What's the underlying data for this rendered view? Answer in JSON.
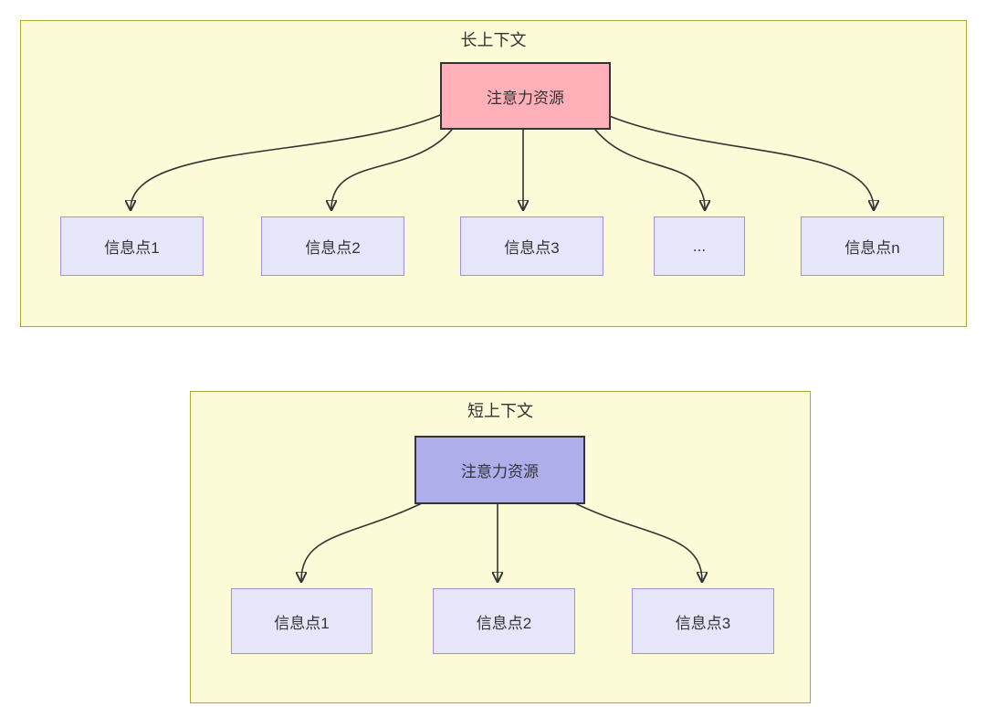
{
  "long_context": {
    "title": "长上下文",
    "attention_label": "注意力资源",
    "items": [
      "信息点1",
      "信息点2",
      "信息点3",
      "...",
      "信息点n"
    ]
  },
  "short_context": {
    "title": "短上下文",
    "attention_label": "注意力资源",
    "items": [
      "信息点1",
      "信息点2",
      "信息点3"
    ]
  },
  "colors": {
    "container_bg": "#fbfbd8",
    "container_border": "#aaaa33",
    "info_node_bg": "#e6e6fa",
    "info_node_border": "#a48fdb",
    "attention_long_bg": "#ffb0b8",
    "attention_short_bg": "#aeaeea",
    "line": "#333333"
  }
}
